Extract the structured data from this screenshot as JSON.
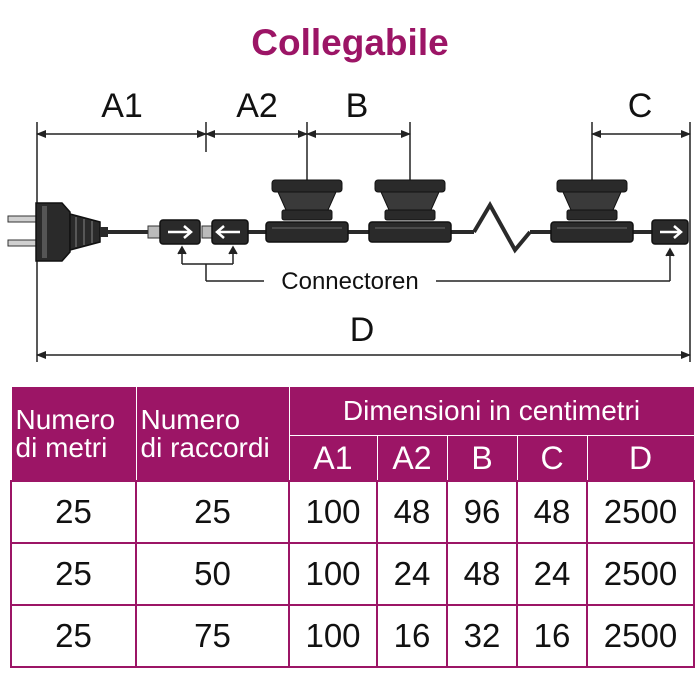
{
  "title": "Collegabile",
  "colors": {
    "accent": "#9c1566",
    "line": "#222222",
    "component": "#2a2a2a",
    "metal": "#c8c8c8"
  },
  "diagram": {
    "dimension_labels": {
      "a1": "A1",
      "a2": "A2",
      "b": "B",
      "c": "C",
      "d": "D"
    },
    "connector_label": "Connectoren",
    "parts": [
      "plug-icon",
      "arrow-connector-icon",
      "lamp-socket-icon",
      "cable-break-icon"
    ]
  },
  "table": {
    "headers": {
      "meters_line1": "Numero",
      "meters_line2": "di metri",
      "fittings_line1": "Numero",
      "fittings_line2": "di raccordi",
      "dimensions": "Dimensioni in centimetri",
      "cols": [
        "A1",
        "A2",
        "B",
        "C",
        "D"
      ]
    },
    "rows": [
      [
        "25",
        "25",
        "100",
        "48",
        "96",
        "48",
        "2500"
      ],
      [
        "25",
        "50",
        "100",
        "24",
        "48",
        "24",
        "2500"
      ],
      [
        "25",
        "75",
        "100",
        "16",
        "32",
        "16",
        "2500"
      ]
    ]
  }
}
